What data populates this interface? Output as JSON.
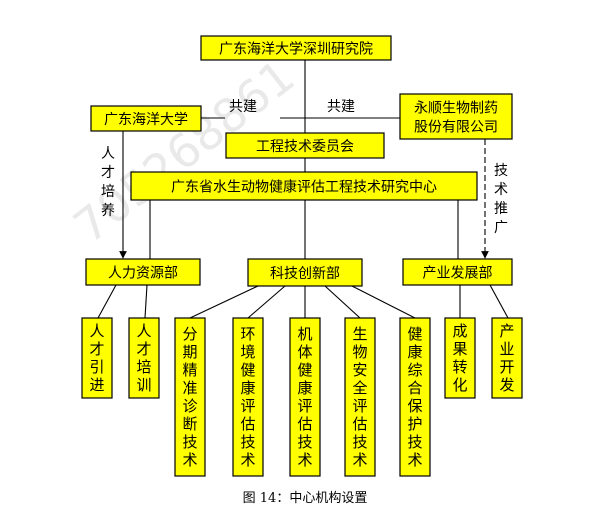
{
  "colors": {
    "box_fill": "#ffff00",
    "box_stroke": "#000000",
    "line": "#000000"
  },
  "watermark": "705268861",
  "nodes": {
    "institute": "广东海洋大学深圳研究院",
    "university": "广东海洋大学",
    "company": "永顺生物制药股份有限公司",
    "committee": "工程技术委员会",
    "center": "广东省水生动物健康评估工程技术研究中心",
    "hr": "人力资源部",
    "tech": "科技创新部",
    "industry": "产业发展部",
    "talent_intro": "人才引进",
    "talent_train": "人才培训",
    "tech1": "分期精准诊断技术",
    "tech2": "环境健康评估技术",
    "tech3": "机体健康评估技术",
    "tech4": "生物安全评估技术",
    "tech5": "健康综合保护技术",
    "ind1": "成果转化",
    "ind2": "产业开发"
  },
  "labels": {
    "cobuild_left": "共建",
    "cobuild_right": "共建",
    "talent_cultivation": "人才培养",
    "tech_promotion": "技术推广"
  },
  "caption": "图 14：中心机构设置"
}
